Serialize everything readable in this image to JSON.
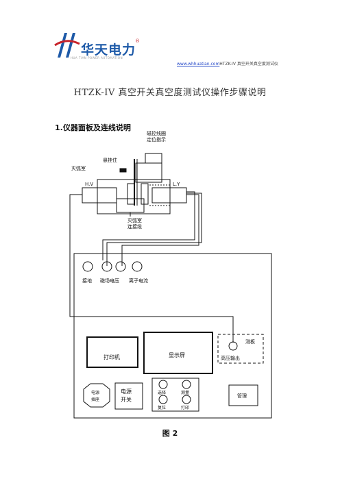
{
  "header": {
    "logo_text": "华天电力",
    "logo_trademark": "®",
    "logo_subtitle": "HUA TIAN POWER AUTOMATION",
    "site_url": "www.whhuatian.com",
    "site_suffix": "HTZK-IV 真空开关真空度测试仪"
  },
  "title": "HTZK-IV 真空开关真空度测试仪操作步骤说明",
  "section_heading": "1.仪器面板及连线说明",
  "diagram": {
    "coil_label_line1": "磁控线圈",
    "coil_label_line2": "定位指示",
    "pin_label": "悬挂住",
    "chamber_label": "灭弧室",
    "hv_label": "H.V",
    "ly_label": "L.Y",
    "cable_label_line1": "灭弧室",
    "cable_label_line2": "连接缆",
    "ground_label": "接地",
    "magnet_voltage_label": "磁场电压",
    "ion_current_label": "离子电流",
    "printer_label": "打印机",
    "display_label": "显示屏",
    "probe_panel_label": "测板",
    "hv_output_label": "高压输出",
    "power_socket_line1": "电源",
    "power_socket_line2": "插座",
    "power_switch_line1": "电源",
    "power_switch_line2": "开关",
    "btn_select": "选择",
    "btn_measure": "测量",
    "btn_reset": "复位",
    "btn_print": "打印",
    "manage_label": "管理"
  },
  "figure_caption": "图 2"
}
